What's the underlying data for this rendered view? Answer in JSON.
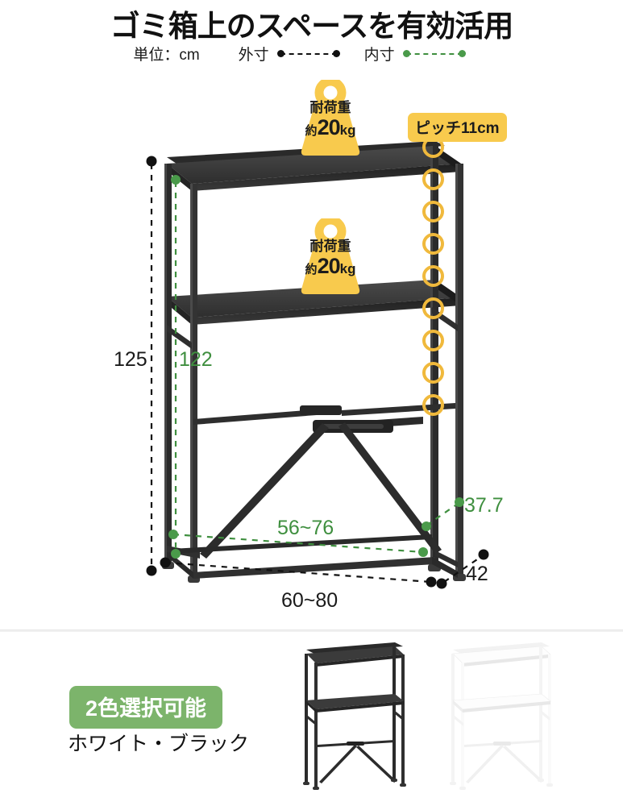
{
  "header": {
    "title": "ゴミ箱上のスペースを有効活用",
    "unit_label": "単位：cm",
    "outer_label": "外寸",
    "inner_label": "内寸"
  },
  "badges": {
    "weight_top": {
      "line1": "耐荷重",
      "prefix": "約",
      "value": "20",
      "unit": "kg"
    },
    "weight_mid": {
      "line1": "耐荷重",
      "prefix": "約",
      "value": "20",
      "unit": "kg"
    },
    "pitch": "ピッチ11cm"
  },
  "dimensions": {
    "height_outer": "125",
    "height_inner": "122",
    "width_inner": "56~76",
    "width_outer": "60~80",
    "depth_inner": "37.7",
    "depth_outer": "42"
  },
  "colors": {
    "badge_yellow": "#f8ca4d",
    "ring_yellow": "#f0b93c",
    "inner_green": "#3f8f3f",
    "outer_black": "#111111",
    "color_badge_green": "#7cb46b",
    "frame_black": "#2b2b2b",
    "shelf_black": "#3a3a3a"
  },
  "bottom": {
    "badge": "2色選択可能",
    "text": "ホワイト・ブラック",
    "variants": [
      {
        "name": "black-rack",
        "color": "#2d2d2d"
      },
      {
        "name": "white-rack",
        "color": "#ffffff"
      }
    ]
  },
  "chart_data": {
    "type": "table",
    "title": "ゴミ箱上のスペースを有効活用",
    "unit": "cm",
    "rows": [
      {
        "label": "外寸 高さ",
        "value": "125"
      },
      {
        "label": "内寸 高さ",
        "value": "122"
      },
      {
        "label": "外寸 幅",
        "value": "60~80"
      },
      {
        "label": "内寸 幅",
        "value": "56~76"
      },
      {
        "label": "外寸 奥行",
        "value": "42"
      },
      {
        "label": "内寸 奥行",
        "value": "37.7"
      },
      {
        "label": "耐荷重 (各棚)",
        "value": "約20kg"
      },
      {
        "label": "ピッチ",
        "value": "11cm"
      }
    ]
  }
}
